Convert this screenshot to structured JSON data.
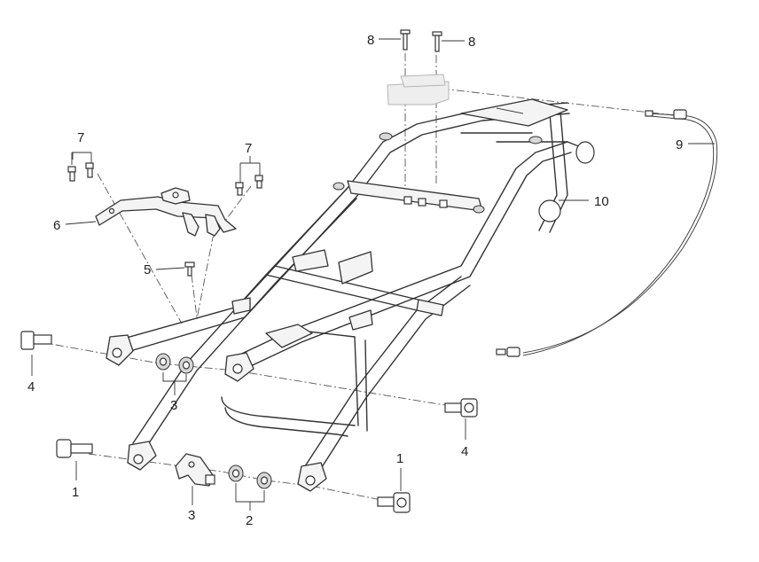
{
  "callouts": {
    "c1a": "1",
    "c1b": "1",
    "c2": "2",
    "c3a": "3",
    "c3b": "3",
    "c4a": "4",
    "c4b": "4",
    "c5": "5",
    "c6": "6",
    "c7a": "7",
    "c7b": "7",
    "c8a": "8",
    "c8b": "8",
    "c9": "9",
    "c10": "10"
  },
  "colors": {
    "line": "#333333",
    "background": "#ffffff"
  }
}
